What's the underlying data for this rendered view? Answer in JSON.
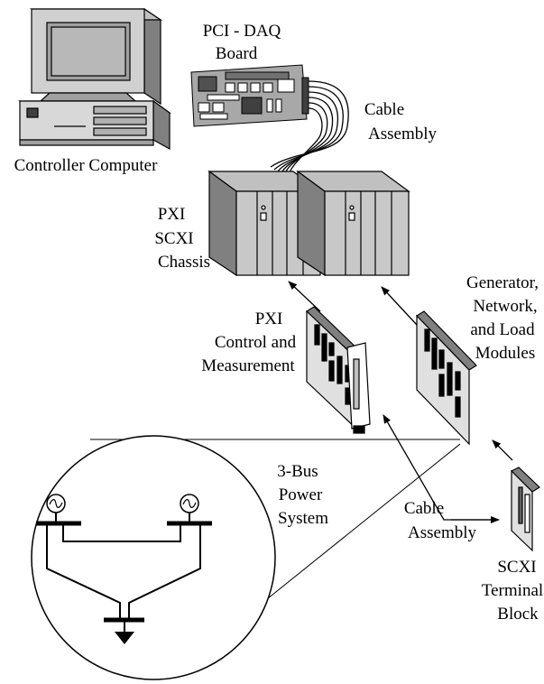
{
  "labels": {
    "pci_daq_line1": "PCI - DAQ",
    "pci_daq_line2": "Board",
    "cable_top_line1": "Cable",
    "cable_top_line2": "Assembly",
    "computer": "Controller Computer",
    "chassis_line1": "PXI",
    "chassis_line2": "SCXI",
    "chassis_line3": "Chassis",
    "gen_line1": "Generator,",
    "gen_line2": "Network,",
    "gen_line3": "and Load",
    "gen_line4": "Modules",
    "pxi_line1": "PXI",
    "pxi_line2": "Control and",
    "pxi_line3": "Measurement",
    "bus_line1": "3-Bus",
    "bus_line2": "Power",
    "bus_line3": "System",
    "cable_bottom_line1": "Cable",
    "cable_bottom_line2": "Assembly",
    "scxi_line1": "SCXI",
    "scxi_line2": "Terminal",
    "scxi_line3": "Block"
  },
  "colors": {
    "panel_gray": "#c0c0c0",
    "dark_gray": "#808080",
    "light_gray": "#e0e0e0",
    "board_gray": "#a8a8a8",
    "stroke": "#000000"
  }
}
